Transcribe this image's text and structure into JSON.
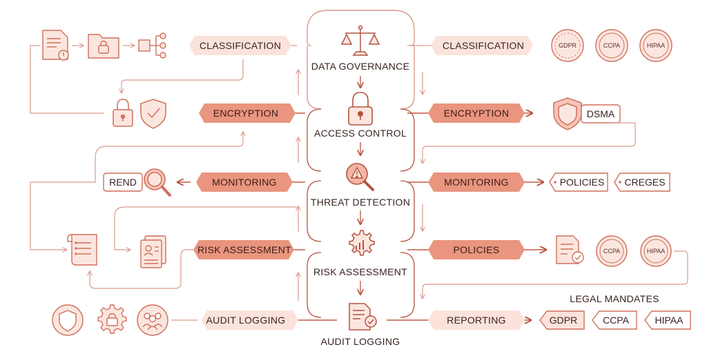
{
  "center": {
    "data_governance": "DATA GOVERNANCE",
    "access_control": "ACCESS CONTROL",
    "threat_detection": "THREAT DETECTION",
    "risk_assessment": "RISK ASSESSMENT",
    "audit_logging": "AUDIT LOGGING"
  },
  "left": {
    "classification": "CLASSIFICATION",
    "encryption": "ENCRYPTION",
    "monitoring": "MONITORING",
    "risk_assessment": "RISK ASSESSMENT",
    "audit_logging": "AUDIT LOGGING",
    "rend_tag": "REND"
  },
  "right": {
    "classification": "CLASSIFICATION",
    "encryption": "ENCRYPTION",
    "monitoring": "MONITORING",
    "policies": "POLICIES",
    "reporting": "REPORTING",
    "dsma_tag": "DSMA",
    "policies_tag": "POLICIES",
    "creges_tag": "CREGES",
    "legal_mandates": "LEGAL MANDATES",
    "mandate_tags": [
      "GDPR",
      "CCPA",
      "HIPAA"
    ],
    "row1_seals": [
      "GDPR",
      "CCPA",
      "HIPAA"
    ],
    "row4_seals": [
      "CCPA",
      "HIPAA"
    ]
  },
  "colors": {
    "line": "#d99a8c",
    "dark_line": "#b5523f",
    "pill_dark": "#e9957f",
    "pill_light": "#fbe3db",
    "icon_fill": "#fbe6df",
    "icon_stroke": "#cf6f5c"
  }
}
